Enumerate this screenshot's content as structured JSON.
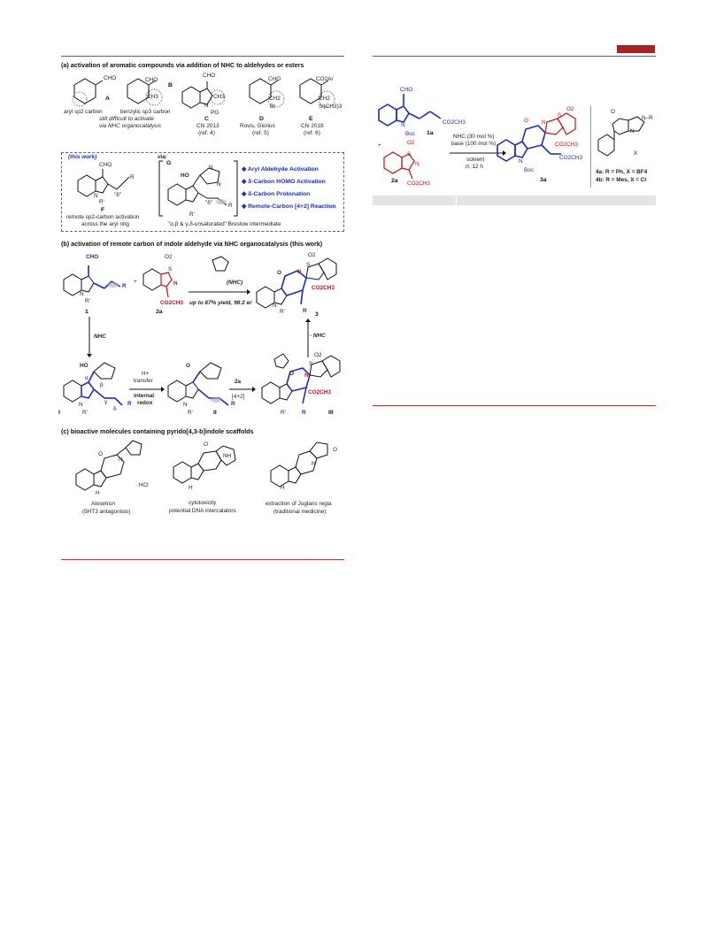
{
  "page": {
    "accent_color": "#b21e1e",
    "rule_color": "#b23a3a",
    "blue": "#1d2bd1",
    "red": "#d01010"
  },
  "left": {
    "section_a": {
      "title": "(a) activation of aromatic compounds via addition of NHC to aldehydes or esters",
      "labels": {
        "A": "A",
        "B": "B",
        "C": "C",
        "D": "D",
        "E": "E",
        "F": "F",
        "G": "G"
      },
      "cho_a": "CHO",
      "cho_b": "CHO",
      "cho_c": "CHO",
      "cho_d": "CHO",
      "co2ar": "CO2Ar",
      "ch3": "CH3",
      "ch2": "CH2",
      "ch2e": "CH2",
      "br": "Br",
      "sime3": "Si(CH3)3",
      "pg": "PG",
      "n_c": "N",
      "aryl_sp2": "aryl sp2 carbon",
      "benzylic_sp3": "benzylic sp3 carbon",
      "difficult_1": "still difficult to activate",
      "difficult_2": "via NHC organocatalysis",
      "ref_c1": "Chi 2013",
      "ref_c2": "(ref. 4)",
      "ref_d1": "Rovis, Glorius",
      "ref_d2": "(ref. 5)",
      "ref_e1": "Chi 2018",
      "ref_e2": "(ref. 6)",
      "this_work": "(this work)",
      "via": "via:",
      "cho_f": "CHO",
      "r_f": "R",
      "rp_f": "R'",
      "n_f": "N",
      "delta_f": "\"δ\"",
      "remote_1": "remote sp2-carbon activation",
      "remote_2": "across the aryl ring",
      "ho_g": "HO",
      "n_g1": "N",
      "n_g2": "N",
      "rp_g": "R'",
      "r_g": "R",
      "delta_g": "\"δ\"",
      "bullets": [
        "◆ Aryl Aldehyde Activation",
        "◆ δ-Carbon HOMO Activation",
        "◆ δ-Carbon Protonation",
        "◆ Remote-Carbon [4+2] Reaction"
      ],
      "breslow": "\"α,β & γ,δ-unsaturated\" Breslow intermediate"
    },
    "section_b": {
      "title": "(b) activation of remote carbon of indole aldehyde via NHC organocatalysis (this work)",
      "cho": "CHO",
      "r1": "R",
      "rp1": "R'",
      "n1": "N",
      "lbl1": "1",
      "plus": "+",
      "o2_2a": "O2",
      "s_2a": "S",
      "n_2a": "N",
      "co2ch3_2a": "CO2CH3",
      "lbl2a": "2a",
      "nhc_arrow": "(NHC)",
      "yield": "up to 87% yield, 98:2 er",
      "o_3": "O",
      "n_3": "N",
      "s_3": "S",
      "o2_3": "O2",
      "co2ch3_3": "CO2CH3",
      "r_3": "R",
      "rp_3": "R'",
      "n3b": "N",
      "lbl3": "3",
      "nhc_down": "NHC",
      "minus_nhc": "- NHC",
      "ho_I": "HO",
      "alpha": "α",
      "beta": "β",
      "gamma": "γ",
      "delta": "δ",
      "n_I": "N",
      "rp_I": "R'",
      "r_I": "R",
      "lbl_I": "I",
      "hplus": "H+",
      "transfer": "transfer",
      "internal": "internal",
      "redox": "redox",
      "o_II": "O",
      "n_II": "N",
      "rp_II": "R'",
      "r_II": "R",
      "lbl_II": "II",
      "arrow2a": "2a",
      "cyc": "[4+2]",
      "o_III": "O",
      "n_III": "N",
      "s_III": "S",
      "o2_III": "O2",
      "co2ch3_III": "CO2CH3",
      "r_III": "R",
      "rp_III": "R'",
      "lbl_III": "III"
    },
    "section_c": {
      "title": "(c) bioactive molecules containing pyrido[4,3-b]indole scaffolds",
      "hcl": "· HCl",
      "alosetron": "Alosetron",
      "alosetron_sub": "(5HT3 antagonists)",
      "cyto1": "cytotoxicity",
      "cyto2": "potential DNA intercalators",
      "jug1": "extraction of Juglans regia",
      "jug2": "(traditional medicine)",
      "o1": "O",
      "n1": "N",
      "h1": "H",
      "o2": "O",
      "nh2": "NH",
      "h2": "H",
      "o3": "O",
      "h3": "H",
      "n3": "N"
    }
  },
  "right": {
    "scheme": {
      "cho": "CHO",
      "n_1a": "N",
      "boc_1a": "Boc",
      "co2ch3_1a": "CO2CH3",
      "lbl_1a": "1a",
      "plus": "+",
      "o2_2a": "O2",
      "s_2a": "S",
      "n_2a": "N",
      "co2ch3_2a": "CO2CH3",
      "lbl_2a": "2a",
      "cond1": "NHC (30 mol %)",
      "cond2": "base (100 mol %)",
      "cond3": "solvent",
      "cond4": "rt, 12 h",
      "o_3a": "O",
      "n_3a": "N",
      "s_3a": "S",
      "o2_3a": "O2",
      "co2ch3_3a_1": "CO2CH3",
      "co2ch3_3a_2": "CO2CH3",
      "n_3a_b": "N",
      "boc_3a": "Boc",
      "lbl_3a": "3a",
      "cat_o": "O",
      "cat_n": "N",
      "cat_r": "N–R",
      "cat_x": "X",
      "cat_4a": "4a: R = Ph, X = BF4",
      "cat_4b": "4b: R = Mes, X = Cl"
    }
  }
}
